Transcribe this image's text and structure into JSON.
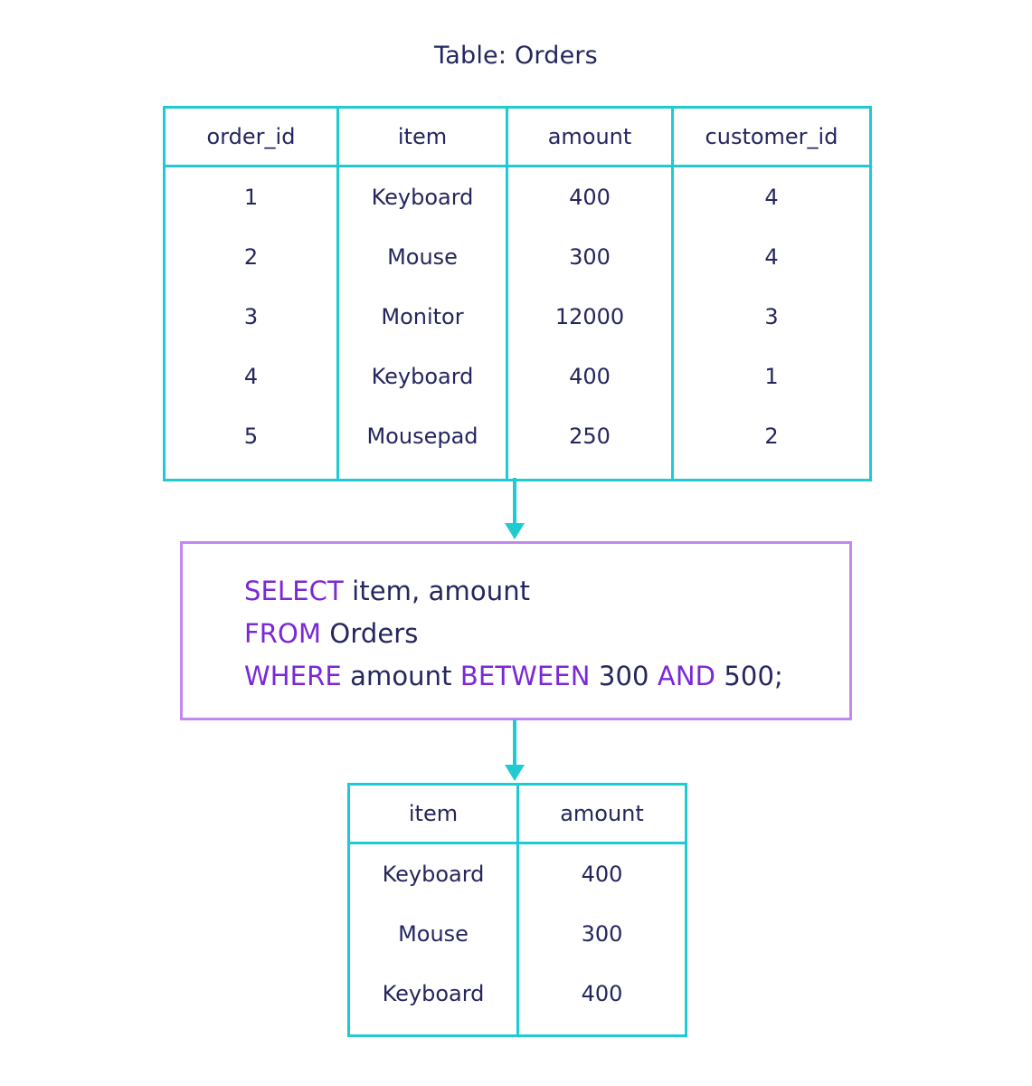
{
  "title": "Table: Orders",
  "colors": {
    "table_border": "#1ecbd1",
    "query_border": "#c387f2",
    "keyword": "#7b28d6",
    "text": "#25265e"
  },
  "orders_table": {
    "headers": [
      "order_id",
      "item",
      "amount",
      "customer_id"
    ],
    "rows": [
      [
        "1",
        "Keyboard",
        "400",
        "4"
      ],
      [
        "2",
        "Mouse",
        "300",
        "4"
      ],
      [
        "3",
        "Monitor",
        "12000",
        "3"
      ],
      [
        "4",
        "Keyboard",
        "400",
        "1"
      ],
      [
        "5",
        "Mousepad",
        "250",
        "2"
      ]
    ]
  },
  "query": {
    "line1": {
      "kw1": "SELECT",
      "text1": " item, amount"
    },
    "line2": {
      "kw1": "FROM",
      "text1": " Orders"
    },
    "line3": {
      "kw1": "WHERE",
      "text1": " amount ",
      "kw2": "BETWEEN",
      "text2": " 300 ",
      "kw3": "AND",
      "text3": " 500;"
    }
  },
  "result_table": {
    "headers": [
      "item",
      "amount"
    ],
    "rows": [
      [
        "Keyboard",
        "400"
      ],
      [
        "Mouse",
        "300"
      ],
      [
        "Keyboard",
        "400"
      ]
    ]
  }
}
